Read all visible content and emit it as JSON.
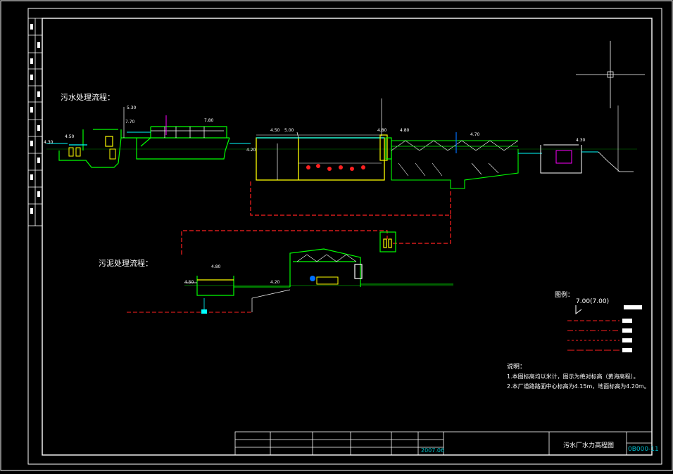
{
  "drawing": {
    "headings": {
      "sewage": "污水处理流程：",
      "sludge": "污泥处理流程："
    },
    "legend": {
      "title": "图例：",
      "level_sample": "7.00(7.00)"
    },
    "notes": {
      "title": "说明：",
      "line1": "1.本图标高均以米计，图示为绝对标高（黄海高程）。",
      "line2": "2.本厂道路路面中心标高为4.15m，地面标高为4.20m。"
    },
    "elevations": [
      "4.50",
      "4.30",
      "5.30",
      "7.70",
      "7.80",
      "4.50",
      "5.00",
      "4.80",
      "4.80",
      "4.70",
      "4.30",
      "4.20",
      "4.50",
      "4.80",
      "4.20"
    ],
    "title_block": {
      "drawing_title": "污水厂水力高程图",
      "date": "2007.06",
      "drawing_number": "0B000-11"
    },
    "colors": {
      "frame": "#ffffff",
      "structure": "#00ff00",
      "water_line": "#00ffff",
      "pipe_sludge": "#ff2020",
      "label": "#ffff00",
      "magenta": "#ff00ff",
      "title_cyan": "#00c8d8"
    }
  }
}
